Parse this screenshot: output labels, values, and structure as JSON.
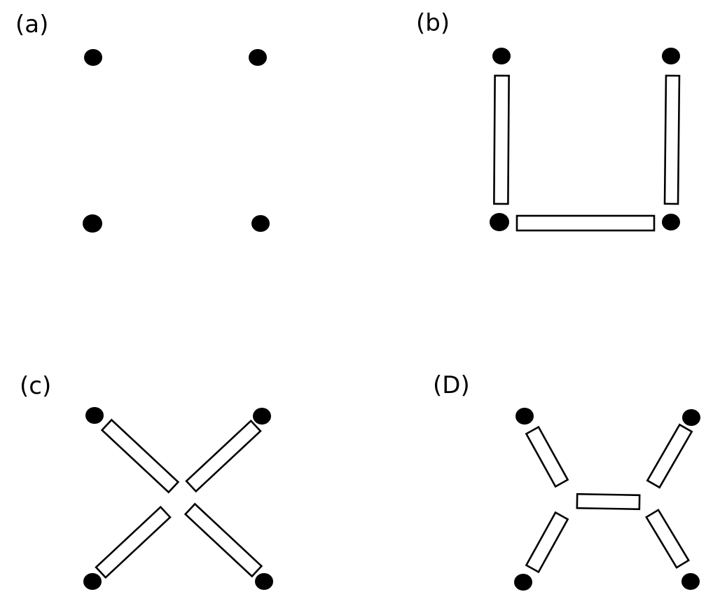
{
  "colors": {
    "ink": "#000000",
    "background": "#ffffff"
  },
  "panels": [
    {
      "id": "a",
      "label": "(a)",
      "dots": 4,
      "sticks": 0,
      "arrangement": "four-dots-square"
    },
    {
      "id": "b",
      "label": "(b)",
      "dots": 4,
      "sticks": 3,
      "arrangement": "u-shape"
    },
    {
      "id": "c",
      "label": "(c)",
      "dots": 4,
      "sticks": 4,
      "arrangement": "x-shape"
    },
    {
      "id": "d",
      "label": "(D)",
      "dots": 4,
      "sticks": 5,
      "arrangement": "h-shape"
    }
  ]
}
